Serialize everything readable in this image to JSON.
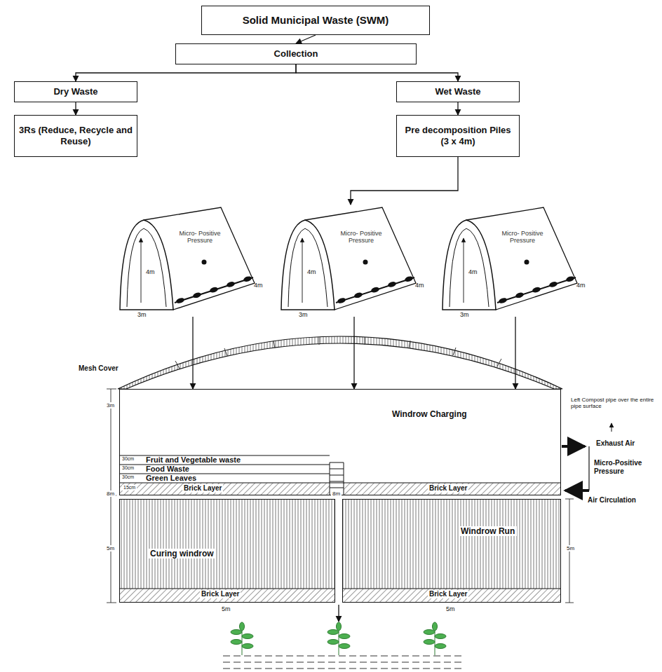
{
  "diagram": {
    "nodes": [
      {
        "text": [
          "Solid Municipal Waste (SWM)"
        ]
      },
      {
        "text": [
          "Collection"
        ]
      },
      {
        "text": [
          "Dry Waste"
        ]
      },
      {
        "text": [
          "Wet Waste"
        ]
      },
      {
        "text": [
          "3Rs (Reduce, Recycle and Reuse)"
        ]
      },
      {
        "text": [
          "Pre decomposition Piles (3 x 4m)"
        ]
      },
      {
        "text": [
          "Micro- Positive Pressure"
        ]
      },
      {
        "text": [
          "Micro- Positive Pressure"
        ]
      },
      {
        "text": [
          "Micro- Positive Pressure"
        ]
      },
      {
        "text": [
          "Windrow Charging"
        ]
      },
      {
        "text": [
          "Curing windrow"
        ]
      },
      {
        "text": [
          "Windrow Run"
        ]
      }
    ],
    "edges": [
      {
        "from": 0,
        "to": 1,
        "arrow": "to"
      },
      {
        "from": 1,
        "to": 2,
        "arrow": "to"
      },
      {
        "from": 1,
        "to": 3,
        "arrow": "to"
      },
      {
        "from": 2,
        "to": 4,
        "arrow": "to"
      },
      {
        "from": 3,
        "to": 5,
        "arrow": "to"
      },
      {
        "from": 5,
        "to": 7,
        "arrow": "to"
      },
      {
        "from": 6,
        "to": 9,
        "arrow": "to"
      },
      {
        "from": 7,
        "to": 9,
        "arrow": "to"
      },
      {
        "from": 8,
        "to": 9,
        "arrow": "to"
      }
    ],
    "labels": [
      "Mesh Cover",
      "4m",
      "4m",
      "3m",
      "4m",
      "4m",
      "3m",
      "4m",
      "4m",
      "3m",
      "Left Compost pipe over the entire pipe surface",
      "Exhaust Air",
      "Micro-Positive Pressure",
      "Air Circulation",
      "3m",
      "8m",
      "30cm",
      "Fruit and Vegetable waste",
      "30cm",
      "Food Waste",
      "30cm",
      "Green Leaves",
      "15cm",
      "Brick Layer",
      "Brick Layer",
      "8m",
      "5m",
      "Brick Layer",
      "Brick Layer",
      "5m",
      "5m",
      "5m"
    ]
  }
}
